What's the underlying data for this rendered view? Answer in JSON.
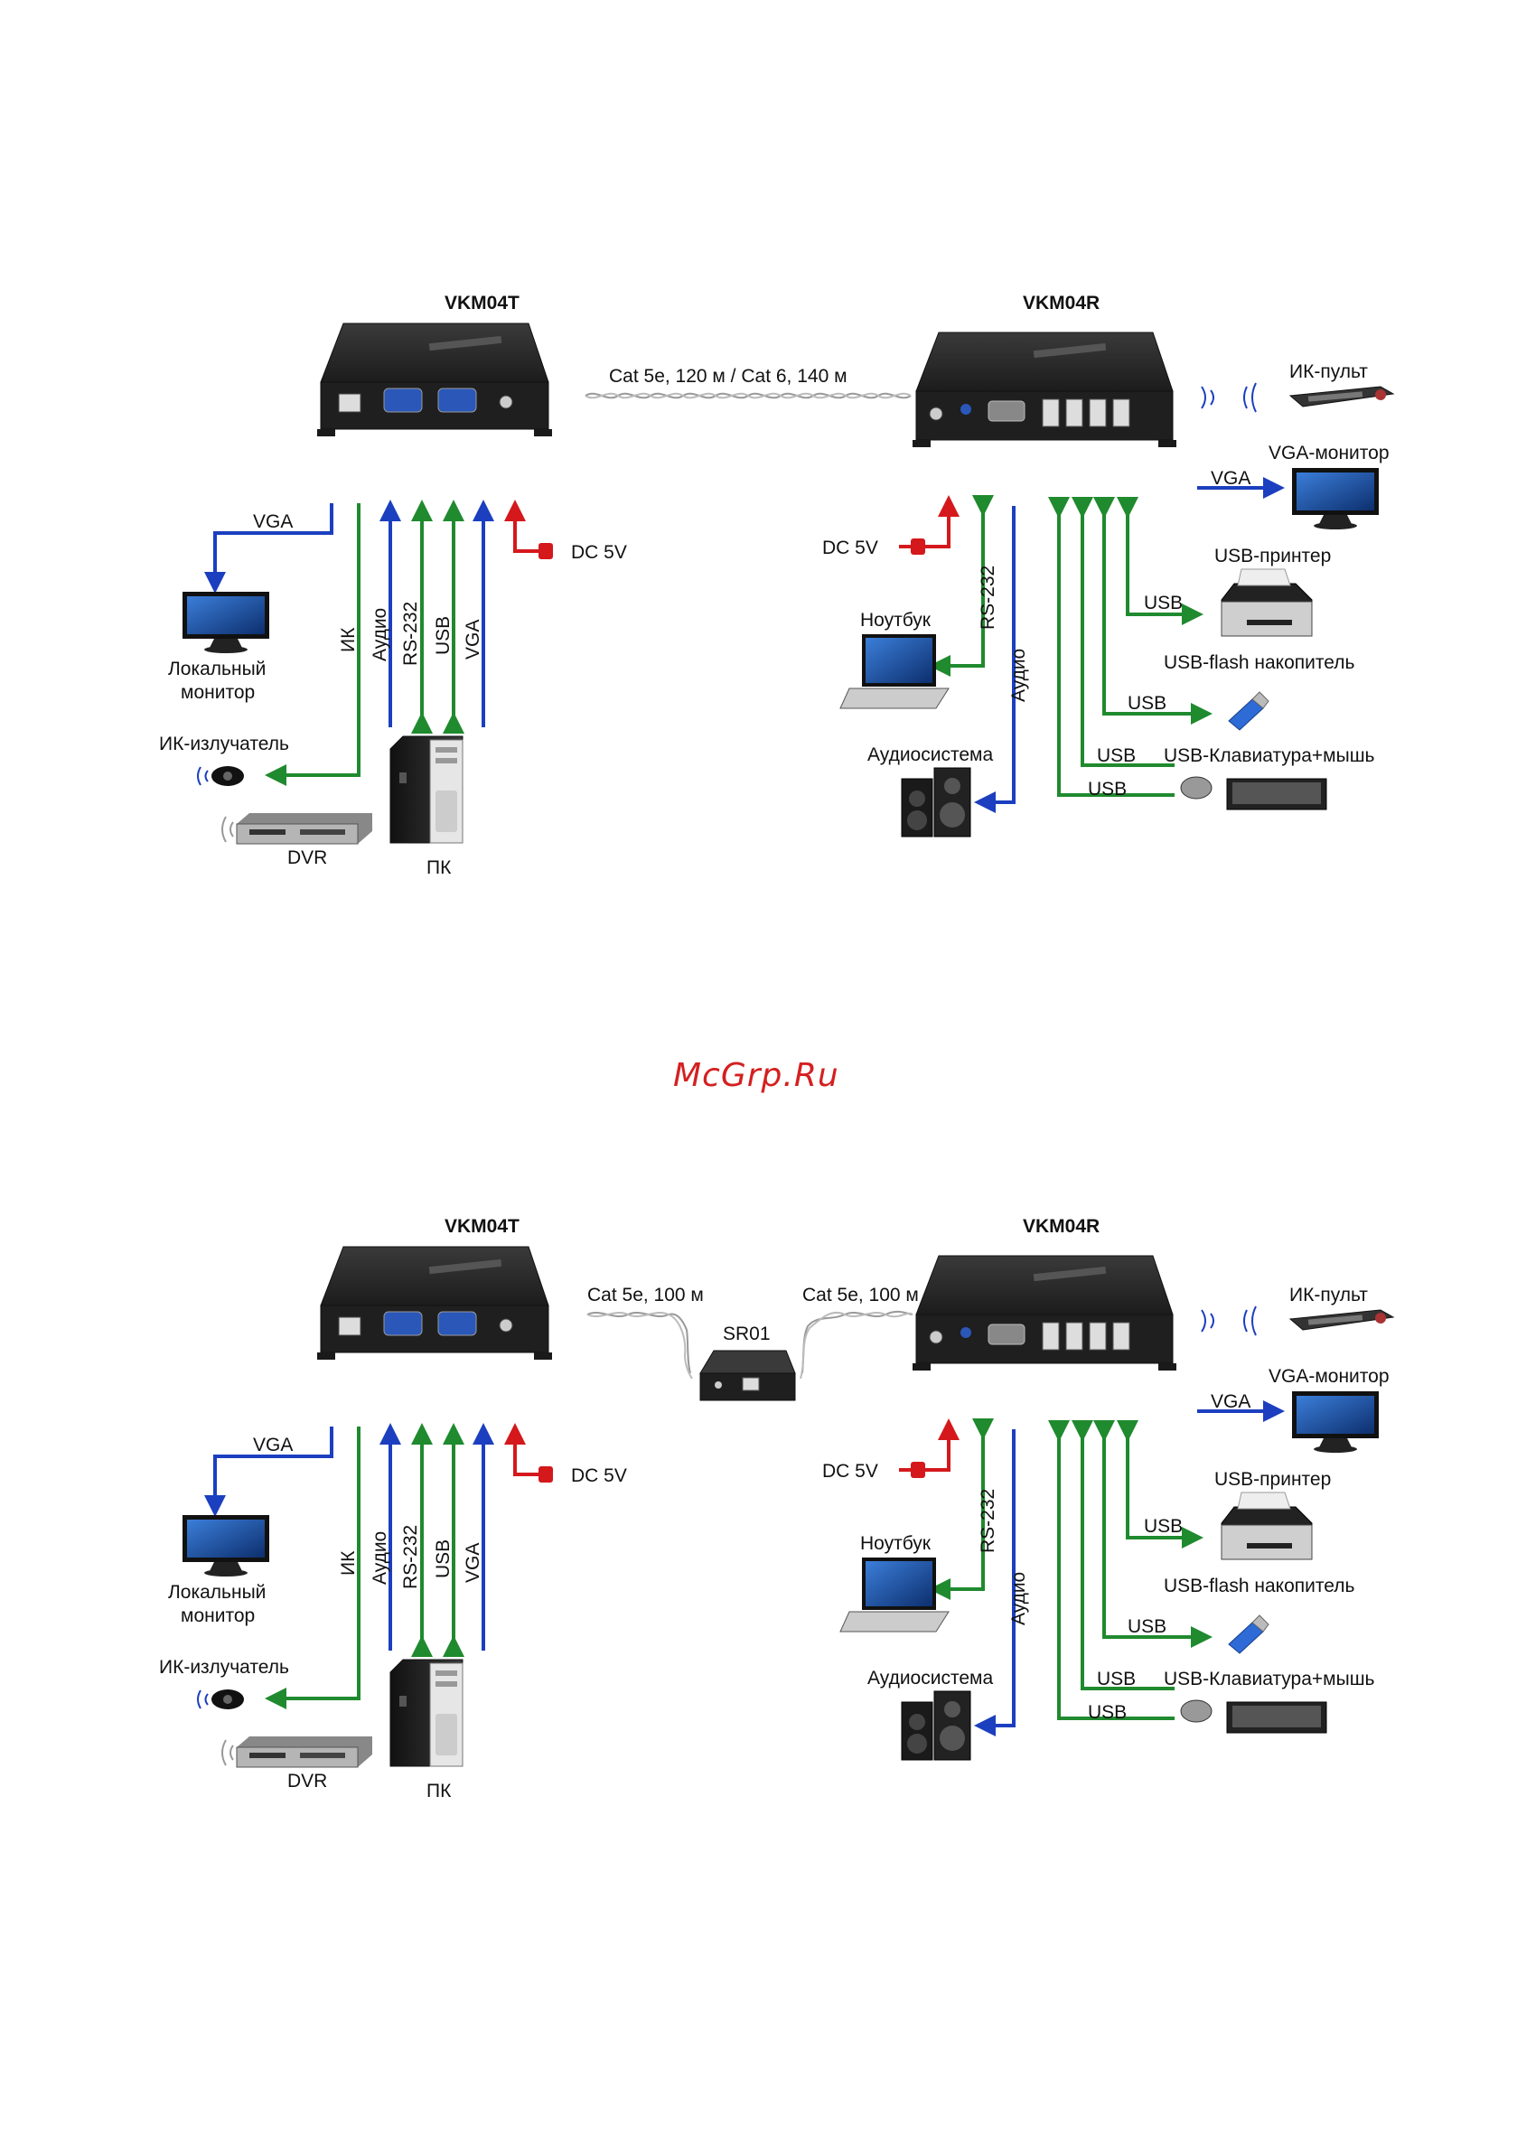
{
  "colors": {
    "green": "#1f8a2e",
    "blue": "#1c3fbf",
    "red": "#d4181c",
    "device": "#262626",
    "watermark": "#d42020"
  },
  "watermark": "McGrp.Ru",
  "diagrams": [
    {
      "transmitter": "VKM04T",
      "receiver": "VKM04R",
      "cable_label": "Cat 5e, 120 м / Cat 6, 140 м",
      "left_labels": {
        "vga": "VGA",
        "local_monitor_1": "Локальный",
        "local_monitor_2": "монитор",
        "ir_emitter": "ИК-излучатель",
        "dvr": "DVR",
        "pc": "ПК",
        "ik": "ИК",
        "audio": "Аудио",
        "rs232": "RS-232",
        "usb": "USB",
        "vga_v": "VGA",
        "dc": "DC 5V"
      },
      "right_labels": {
        "dc": "DC 5V",
        "rs232": "RS-232",
        "audio": "Аудио",
        "notebook": "Ноутбук",
        "audiosystem": "Аудиосистема",
        "ir_remote": "ИК-пульт",
        "vga": "VGA",
        "vga_monitor": "VGA-монитор",
        "usb_printer": "USB-принтер",
        "usb1": "USB",
        "usb_flash": "USB-flash накопитель",
        "usb2": "USB",
        "usb_kbd": "USB-Клавиатура+мышь",
        "usb3": "USB",
        "usb4": "USB"
      }
    },
    {
      "transmitter": "VKM04T",
      "receiver": "VKM04R",
      "cable_label_left": "Cat 5e, 100 м",
      "cable_label_right": "Cat 5e, 100 м",
      "repeater": "SR01",
      "left_labels": {
        "vga": "VGA",
        "local_monitor_1": "Локальный",
        "local_monitor_2": "монитор",
        "ir_emitter": "ИК-излучатель",
        "dvr": "DVR",
        "pc": "ПК",
        "ik": "ИК",
        "audio": "Аудио",
        "rs232": "RS-232",
        "usb": "USB",
        "vga_v": "VGA",
        "dc": "DC 5V"
      },
      "right_labels": {
        "dc": "DC 5V",
        "rs232": "RS-232",
        "audio": "Аудио",
        "notebook": "Ноутбук",
        "audiosystem": "Аудиосистема",
        "ir_remote": "ИК-пульт",
        "vga": "VGA",
        "vga_monitor": "VGA-монитор",
        "usb_printer": "USB-принтер",
        "usb1": "USB",
        "usb_flash": "USB-flash накопитель",
        "usb2": "USB",
        "usb_kbd": "USB-Клавиатура+мышь",
        "usb3": "USB",
        "usb4": "USB"
      }
    }
  ]
}
